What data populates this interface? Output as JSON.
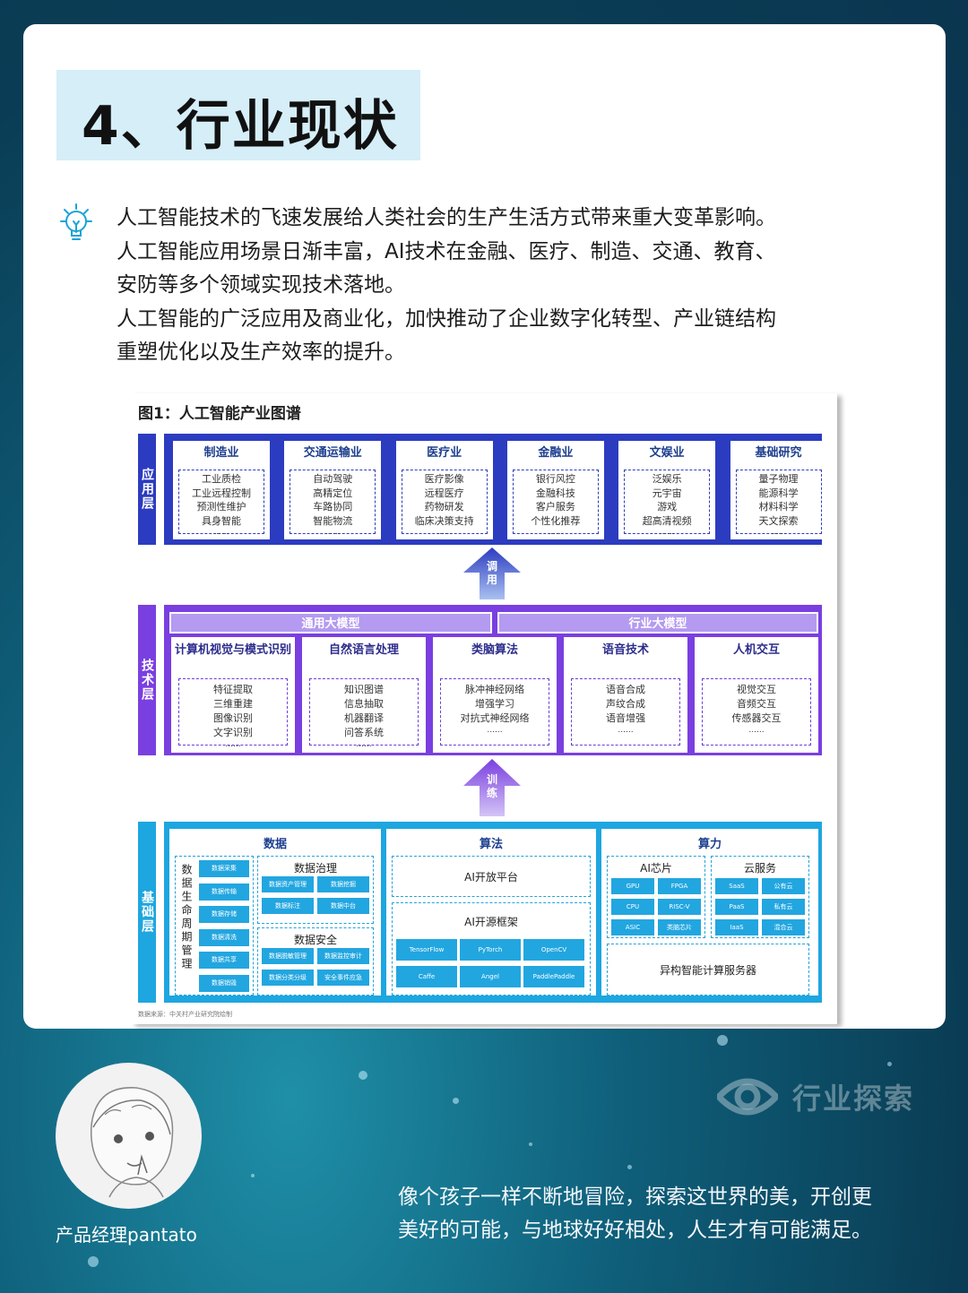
{
  "title": "4、行业现状",
  "intro": [
    "人工智能技术的飞速发展给人类社会的生产生活方式带来重大变革影响。",
    "人工智能应用场景日渐丰富，AI技术在金融、医疗、制造、交通、教育、",
    "安防等多个领域实现技术落地。",
    "人工智能的广泛应用及商业化，加快推动了企业数字化转型、产业链结构",
    "重塑优化以及生产效率的提升。"
  ],
  "colors": {
    "application": "#2c3cc0",
    "technology": "#7a3fe0",
    "foundation": "#1ea6e0",
    "model_bar": "#b49af0"
  },
  "figure": {
    "title": "图1：人工智能产业图谱",
    "source": "数据来源：中关村产业研究院绘制",
    "application_layer": {
      "label": "应用层",
      "cards": [
        {
          "title": "制造业",
          "items": [
            "工业质检",
            "工业远程控制",
            "预测性维护",
            "具身智能"
          ]
        },
        {
          "title": "交通运输业",
          "items": [
            "自动驾驶",
            "高精定位",
            "车路协同",
            "智能物流"
          ]
        },
        {
          "title": "医疗业",
          "items": [
            "医疗影像",
            "远程医疗",
            "药物研发",
            "临床决策支持"
          ]
        },
        {
          "title": "金融业",
          "items": [
            "银行风控",
            "金融科技",
            "客户服务",
            "个性化推荐"
          ]
        },
        {
          "title": "文娱业",
          "items": [
            "泛娱乐",
            "元宇宙",
            "游戏",
            "超高清视频"
          ]
        },
        {
          "title": "基础研究",
          "items": [
            "量子物理",
            "能源科学",
            "材料科学",
            "天文探索"
          ]
        }
      ],
      "ellipsis": "......"
    },
    "arrow_call": "调用",
    "technology_layer": {
      "label": "技术层",
      "general_model": "通用大模型",
      "industry_model": "行业大模型",
      "cards": [
        {
          "title": "计算机视觉与模式识别",
          "items": [
            "特征提取",
            "三维重建",
            "图像识别",
            "文字识别"
          ]
        },
        {
          "title": "自然语言处理",
          "items": [
            "知识图谱",
            "信息抽取",
            "机器翻译",
            "问答系统"
          ]
        },
        {
          "title": "类脑算法",
          "items": [
            "脉冲神经网络",
            "增强学习",
            "对抗式神经网络"
          ]
        },
        {
          "title": "语音技术",
          "items": [
            "语音合成",
            "声纹合成",
            "语音增强"
          ]
        },
        {
          "title": "人机交互",
          "items": [
            "视觉交互",
            "音频交互",
            "传感器交互"
          ]
        }
      ]
    },
    "arrow_train": "训练",
    "foundation_layer": {
      "label": "基础层",
      "data": {
        "title": "数据",
        "lifecycle_label": "数据生命周期管理",
        "lifecycle_items": [
          "数据采集",
          "数据传输",
          "数据存储",
          "数据清洗",
          "数据共享",
          "数据销毁"
        ],
        "governance_title": "数据治理",
        "governance_items": [
          "数据资产管理",
          "数据挖掘",
          "数据标注",
          "数据中台"
        ],
        "security_title": "数据安全",
        "security_items": [
          "数据脱敏管理",
          "数据监控审计",
          "数据分类分级",
          "安全事件应急"
        ]
      },
      "algorithm": {
        "title": "算法",
        "open_platform": "AI开放平台",
        "framework_title": "AI开源框架",
        "frameworks": [
          "TensorFlow",
          "PyTorch",
          "OpenCV",
          "Caffe",
          "Angel",
          "PaddlePaddle"
        ]
      },
      "compute": {
        "title": "算力",
        "chip_title": "AI芯片",
        "chips": [
          "GPU",
          "FPGA",
          "CPU",
          "RISC-V",
          "ASIC",
          "类脑芯片"
        ],
        "cloud_title": "云服务",
        "cloud": [
          "SaaS",
          "公有云",
          "PaaS",
          "私有云",
          "IaaS",
          "混合云"
        ],
        "server": "异构智能计算服务器"
      }
    }
  },
  "author": {
    "name": "产品经理pantato"
  },
  "brand": {
    "text": "行业探索"
  },
  "quote": [
    "像个孩子一样不断地冒险，探索这世界的美，开创更",
    "美好的可能，与地球好好相处，人生才有可能满足。"
  ]
}
